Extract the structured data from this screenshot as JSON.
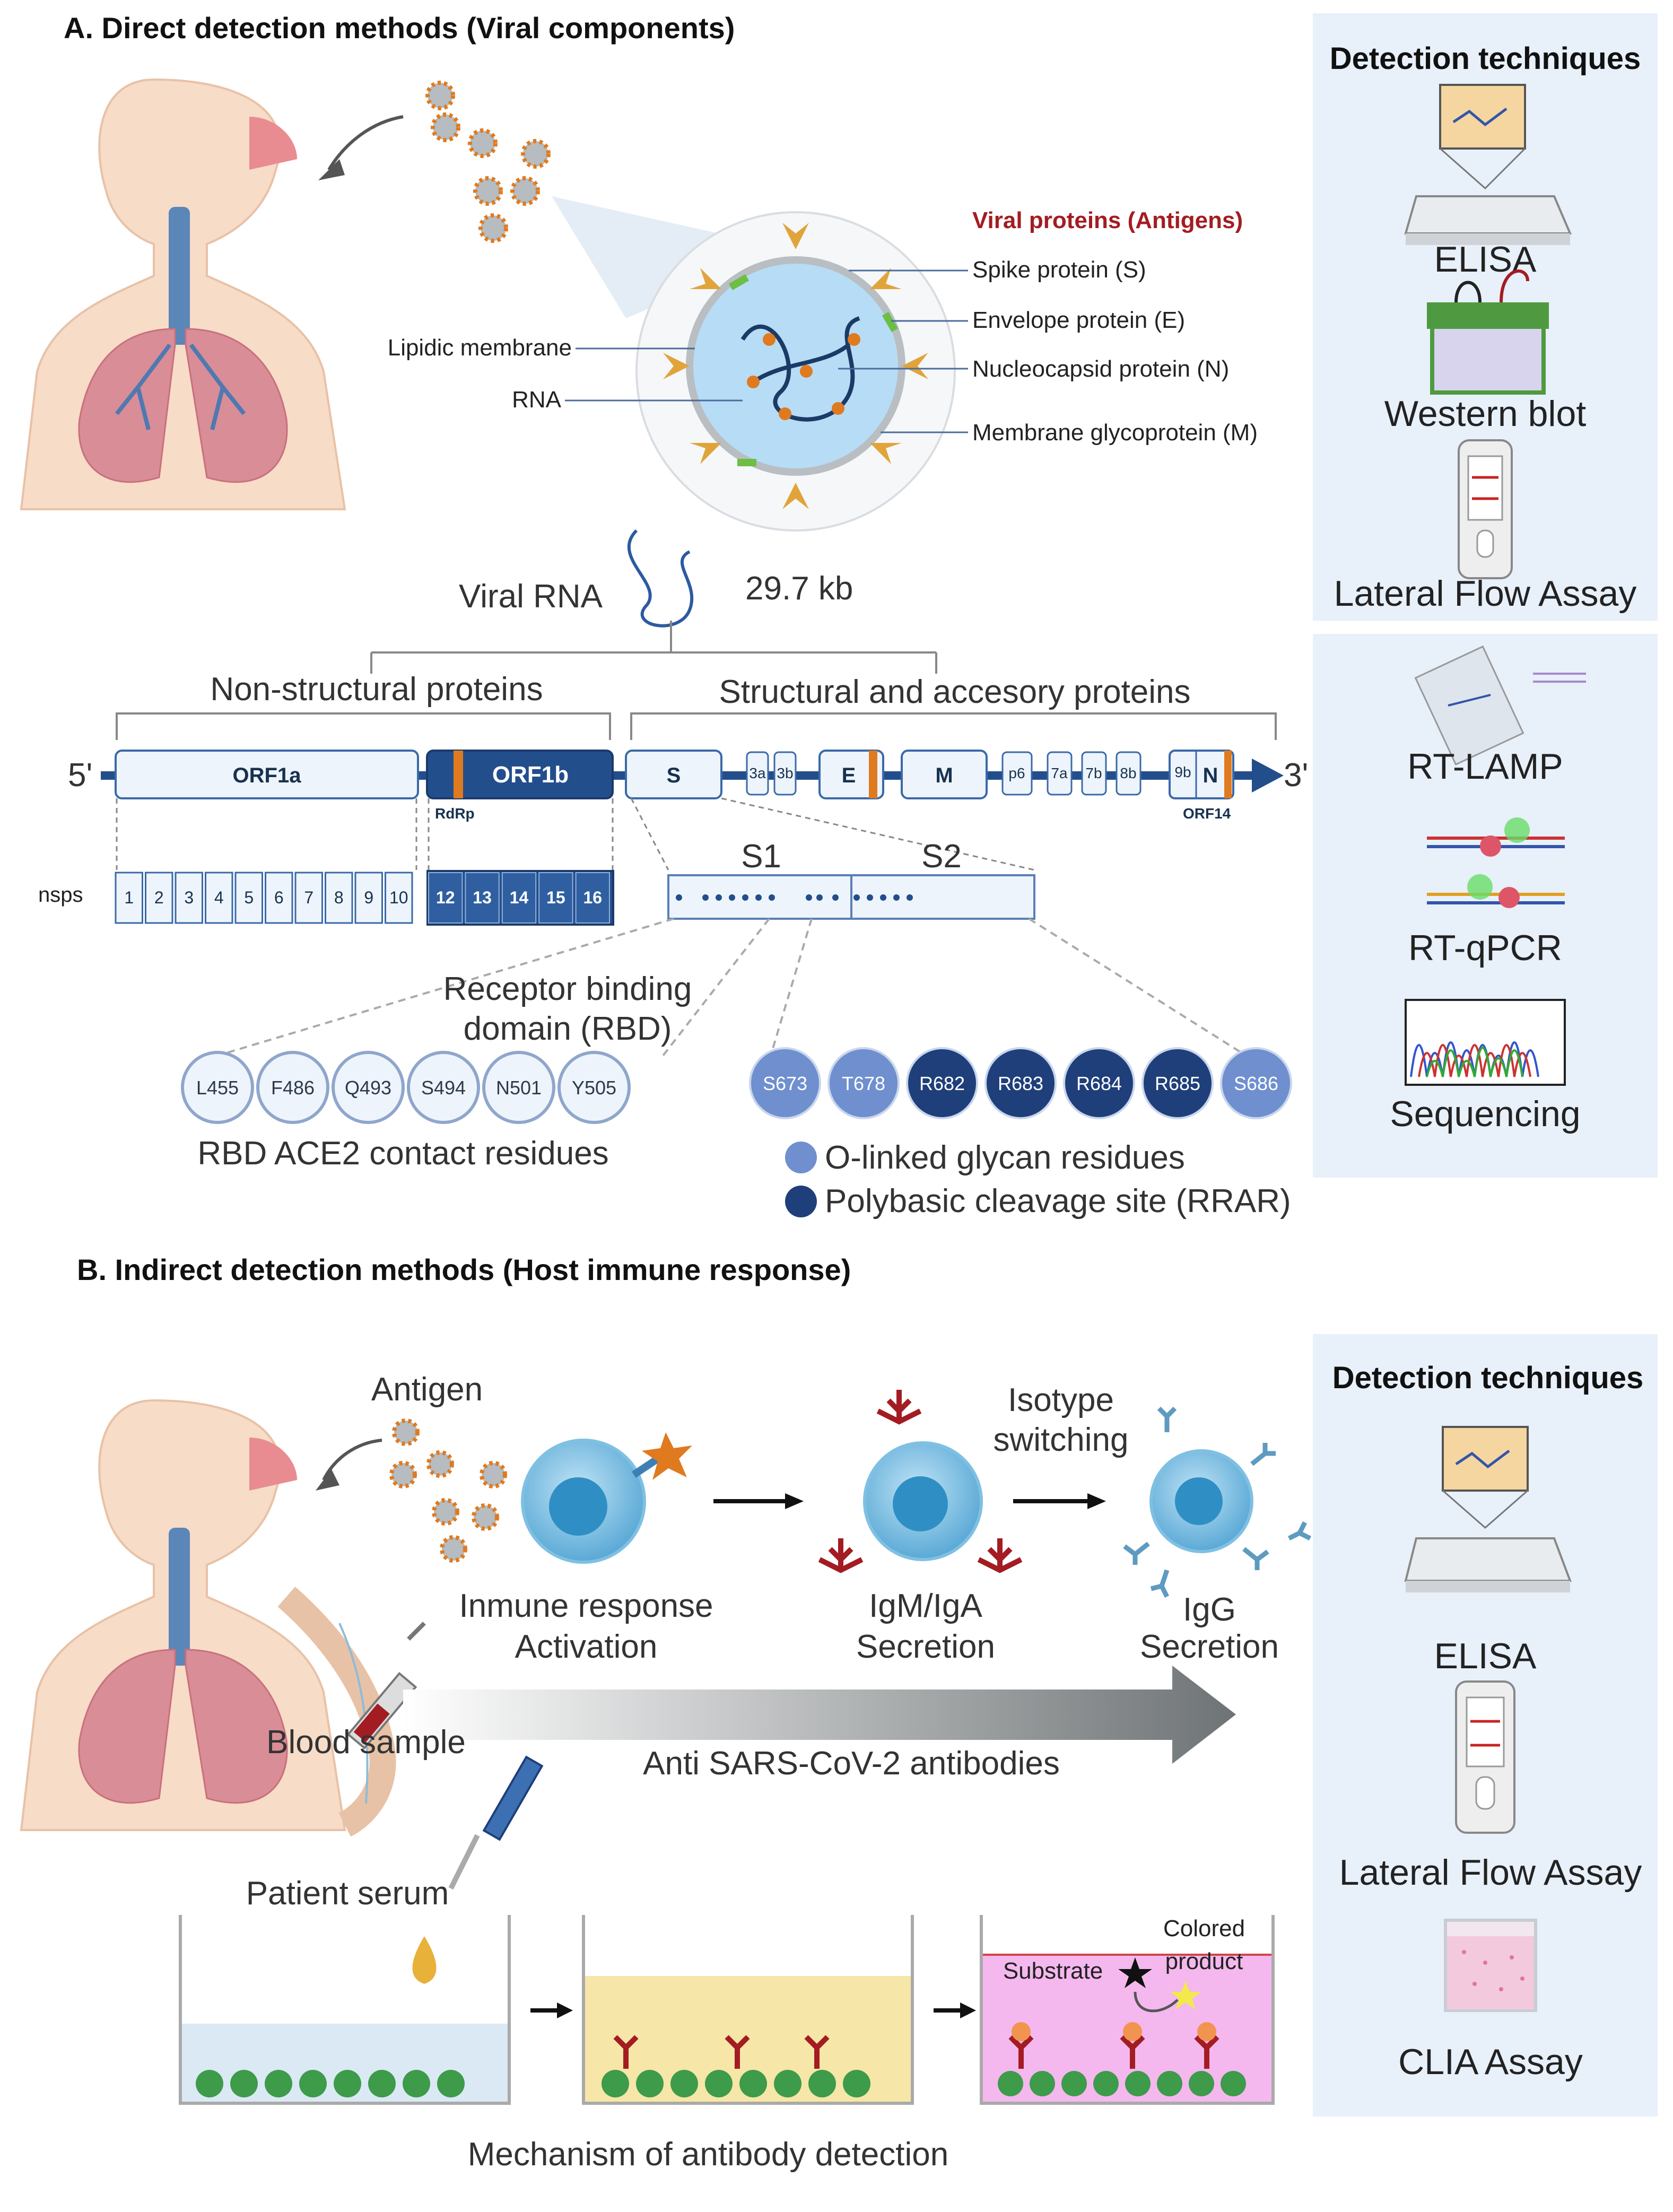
{
  "sectionA": {
    "heading": "A. Direct detection methods (Viral components)",
    "viral_proteins_title": "Viral proteins (Antigens)",
    "virion_labels": {
      "spike": "Spike protein  (S)",
      "envelope": "Envelope  protein (E)",
      "nucleocapsid": "Nucleocapsid protein (N)",
      "membrane": "Membrane glycoprotein (M)",
      "lipid": "Lipidic membrane",
      "rna": "RNA"
    },
    "viral_rna_label": "Viral RNA",
    "genome_size": "29.7 kb",
    "nonstructural": "Non-structural proteins",
    "structural": "Structural and accesory  proteins",
    "five_prime": "5'",
    "three_prime": "3'",
    "genes": {
      "orf1a": "ORF1a",
      "orf1b": "ORF1b",
      "s": "S",
      "g3a": "3a",
      "g3b": "3b",
      "e": "E",
      "m": "M",
      "p6": "p6",
      "g7a": "7a",
      "g7b": "7b",
      "g8b": "8b",
      "g9b": "9b",
      "n": "N"
    },
    "rdrp": "RdRp",
    "orf14": "ORF14",
    "nsps_label": "nsps",
    "nsps_light": [
      "1",
      "2",
      "3",
      "4",
      "5",
      "6",
      "7",
      "8",
      "9",
      "10"
    ],
    "nsps_dark": [
      "12",
      "13",
      "14",
      "15",
      "16"
    ],
    "s1": "S1",
    "s2": "S2",
    "rbd_label_1": "Receptor binding",
    "rbd_label_2": "domain (RBD)",
    "rbd_residues": [
      "L455",
      "F486",
      "Q493",
      "S494",
      "N501",
      "Y505"
    ],
    "rbd_caption": "RBD ACE2 contact residues",
    "cleavage_residues": [
      "S673",
      "T678",
      "R682",
      "R683",
      "R684",
      "R685",
      "S686"
    ],
    "legend_glycan": "O-linked glycan residues",
    "legend_polybasic": "Polybasic cleavage site (RRAR)",
    "techniques_title": "Detection techniques",
    "techniques_protein": [
      "ELISA",
      "Western blot",
      "Lateral Flow Assay"
    ],
    "techniques_rna": [
      "RT-LAMP",
      "RT-qPCR",
      "Sequencing"
    ]
  },
  "sectionB": {
    "heading": "B. Indirect detection methods (Host immune response)",
    "antigen": "Antigen",
    "isotype_1": "Isotype",
    "isotype_2": "switching",
    "immune_1": "Inmune response",
    "immune_2": "Activation",
    "igm_1": "IgM/IgA",
    "igm_2": "Secretion",
    "igg_1": "IgG",
    "igg_2": "Secretion",
    "blood": "Blood sample",
    "anti": "Anti SARS-CoV-2 antibodies",
    "serum": "Patient serum",
    "colored_1": "Colored",
    "colored_2": "product",
    "substrate": "Substrate",
    "mechanism": "Mechanism of antibody detection",
    "techniques_title": "Detection techniques",
    "techniques": [
      "ELISA",
      "Lateral Flow Assay",
      "CLIA Assay"
    ]
  },
  "colors": {
    "panel_bg": "#e8f0fa",
    "gene_dark": "#234e8c",
    "gene_light": "#eef4fb",
    "accent_orange": "#e07a1f",
    "title_red": "#a31c22",
    "residue_light": "#6f8fcf",
    "residue_dark": "#1f3f7a"
  }
}
